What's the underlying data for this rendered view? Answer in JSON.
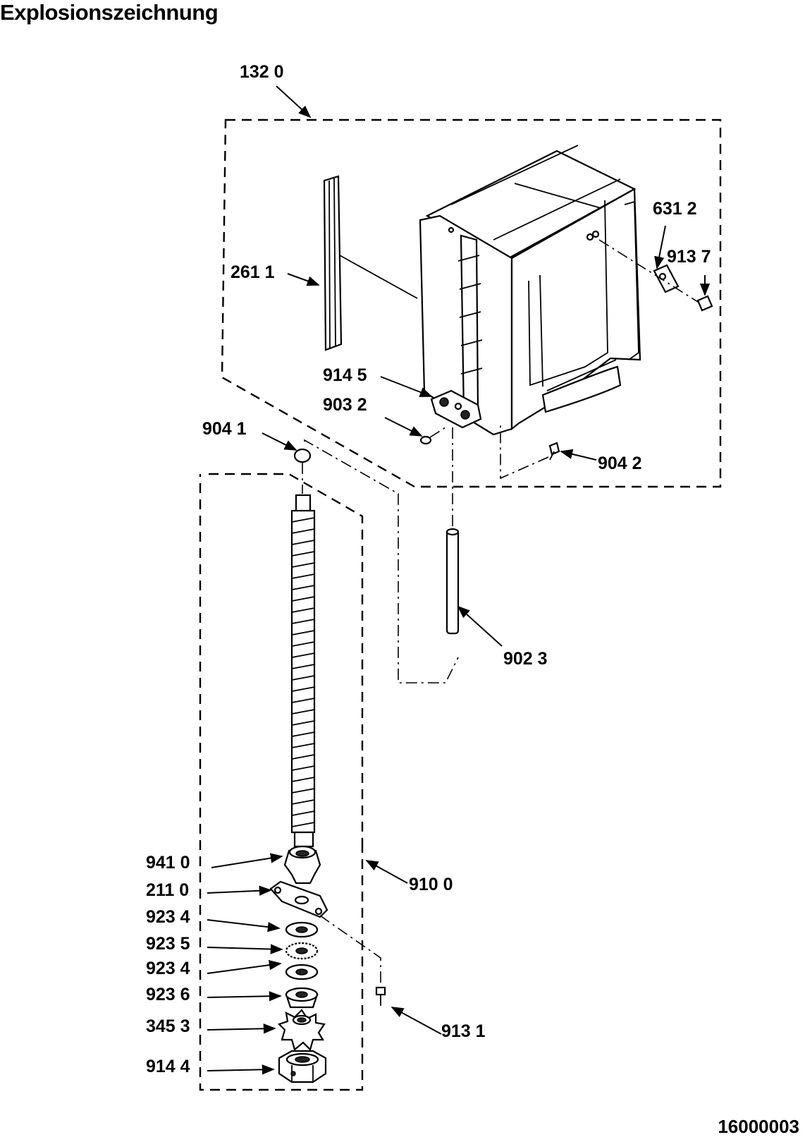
{
  "title": "Explosionszeichnung",
  "drawing_number": "16000003",
  "labels": {
    "l1320": "132 0",
    "l2611": "261 1",
    "l6312": "631 2",
    "l9137": "913 7",
    "l9145": "914 5",
    "l9032": "903 2",
    "l9041": "904 1",
    "l9042": "904 2",
    "l9023": "902 3",
    "l9410": "941 0",
    "l2110": "211 0",
    "l9234a": "923 4",
    "l9235": "923 5",
    "l9234b": "923 4",
    "l9236": "923 6",
    "l3453": "345 3",
    "l9144": "914 4",
    "l9100": "910 0",
    "l9131": "913 1"
  }
}
